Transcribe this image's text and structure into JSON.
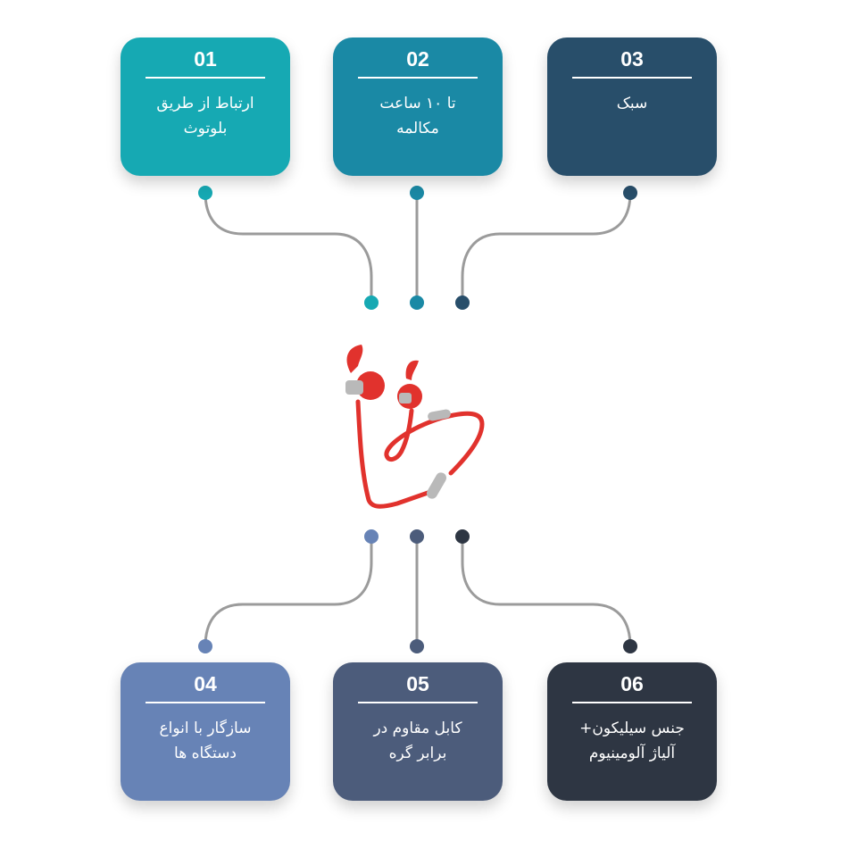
{
  "features": [
    {
      "number": "01",
      "label": "ارتباط از طریق\nبلوتوث",
      "color": "#16a9b3"
    },
    {
      "number": "02",
      "label": "تا ۱۰ ساعت\nمکالمه",
      "color": "#1a89a5"
    },
    {
      "number": "03",
      "label": "سبک",
      "color": "#284e6a"
    },
    {
      "number": "04",
      "label": "سازگار با انواع\nدستگاه ها",
      "color": "#6783b6"
    },
    {
      "number": "05",
      "label": "کابل مقاوم در\nبرابر گره",
      "color": "#4c5c7b"
    },
    {
      "number": "06",
      "label": "جنس سیلیکون+\nآلیاژ آلومینیوم",
      "color": "#2e3643"
    }
  ],
  "colors": {
    "connector": "#9b9b9b",
    "product": "#e1322d"
  }
}
